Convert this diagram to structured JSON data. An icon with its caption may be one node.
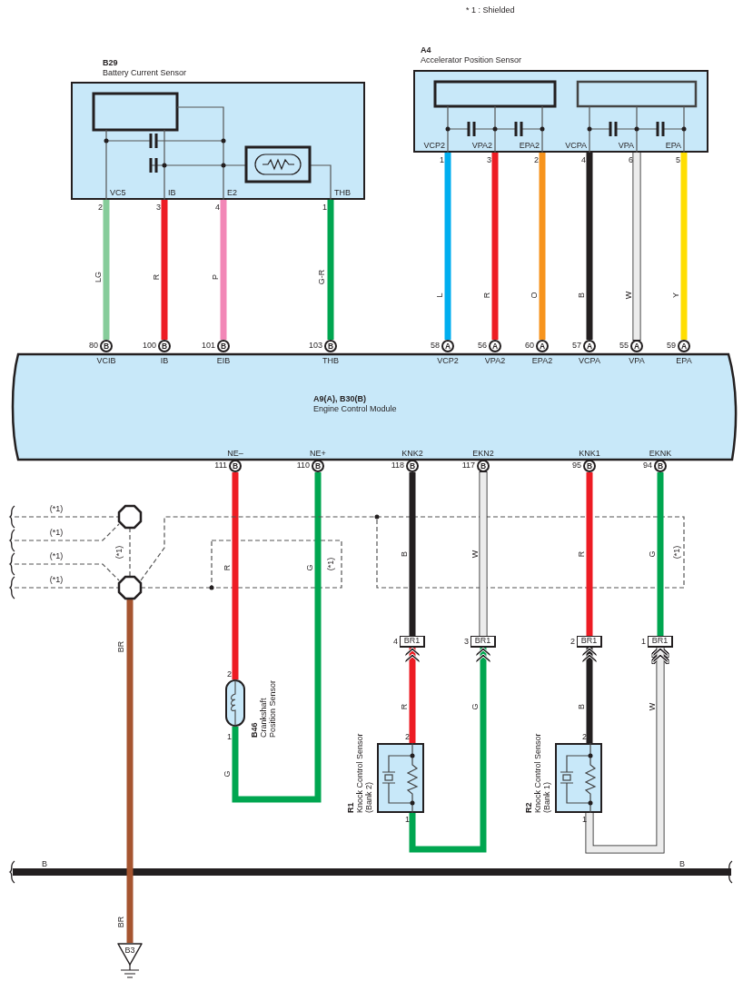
{
  "diagram": {
    "nodes": [
      {
        "text": [
          "B29",
          "Battery Current Sensor"
        ],
        "beside": [
          "2",
          "3",
          "4",
          "1"
        ]
      },
      {
        "text": [
          "A4",
          "Accelerator Position Sensor"
        ],
        "beside": [
          "1",
          "3",
          "2",
          "4",
          "6",
          "5"
        ]
      },
      {
        "text": [
          "A9(A), B30(B)",
          "Engine Control Module"
        ]
      },
      {
        "text": [
          "B"
        ],
        "beside": [
          "80"
        ]
      },
      {
        "text": [
          "B"
        ],
        "beside": [
          "100"
        ]
      },
      {
        "text": [
          "B"
        ],
        "beside": [
          "101"
        ]
      },
      {
        "text": [
          "B"
        ],
        "beside": [
          "103"
        ]
      },
      {
        "text": [
          "A"
        ],
        "beside": [
          "58"
        ]
      },
      {
        "text": [
          "A"
        ],
        "beside": [
          "56"
        ]
      },
      {
        "text": [
          "A"
        ],
        "beside": [
          "60"
        ]
      },
      {
        "text": [
          "A"
        ],
        "beside": [
          "57"
        ]
      },
      {
        "text": [
          "A"
        ],
        "beside": [
          "55"
        ]
      },
      {
        "text": [
          "A"
        ],
        "beside": [
          "59"
        ]
      },
      {
        "text": [
          "B"
        ],
        "beside": [
          "111"
        ]
      },
      {
        "text": [
          "B"
        ],
        "beside": [
          "110"
        ]
      },
      {
        "text": [
          "B"
        ],
        "beside": [
          "118"
        ]
      },
      {
        "text": [
          "B"
        ],
        "beside": [
          "117"
        ]
      },
      {
        "text": [
          "B"
        ],
        "beside": [
          "95"
        ]
      },
      {
        "text": [
          "B"
        ],
        "beside": [
          "94"
        ]
      },
      {
        "text": [
          "B46",
          "Crankshaft Position Sensor"
        ],
        "beside": [
          "2",
          "1"
        ]
      },
      {
        "text": [
          "BR1"
        ],
        "beside": [
          "4"
        ]
      },
      {
        "text": [
          "BR1"
        ],
        "beside": [
          "3"
        ]
      },
      {
        "text": [
          "BR1"
        ],
        "beside": [
          "2"
        ]
      },
      {
        "text": [
          "BR1"
        ],
        "beside": [
          "1"
        ]
      },
      {
        "text": [
          "R1",
          "Knock Control Sensor (Bank 2)"
        ],
        "beside": [
          "2",
          "1"
        ]
      },
      {
        "text": [
          "R2",
          "Knock Control Sensor (Bank 1)"
        ],
        "beside": [
          "2",
          "1"
        ]
      },
      {
        "text": [],
        "shape": "octagon"
      },
      {
        "text": [],
        "shape": "octagon"
      },
      {
        "text": [
          "B3"
        ]
      }
    ],
    "edges": [
      {
        "from": 0,
        "to": 3,
        "arrow": "none",
        "label": "LG",
        "color": "#86cc9a"
      },
      {
        "from": 0,
        "to": 4,
        "arrow": "none",
        "label": "R",
        "color": "#ed1c24"
      },
      {
        "from": 0,
        "to": 5,
        "arrow": "none",
        "label": "P",
        "color": "#f287b7"
      },
      {
        "from": 0,
        "to": 6,
        "arrow": "none",
        "label": "G-R",
        "color": "#00a650"
      },
      {
        "from": 1,
        "to": 7,
        "arrow": "none",
        "label": "L",
        "color": "#00aeef"
      },
      {
        "from": 1,
        "to": 8,
        "arrow": "none",
        "label": "R",
        "color": "#ed1c24"
      },
      {
        "from": 1,
        "to": 9,
        "arrow": "none",
        "label": "O",
        "color": "#f7941d"
      },
      {
        "from": 1,
        "to": 10,
        "arrow": "none",
        "label": "B",
        "color": "#231f20"
      },
      {
        "from": 1,
        "to": 11,
        "arrow": "none",
        "label": "W",
        "color": "#ffffff"
      },
      {
        "from": 1,
        "to": 12,
        "arrow": "none",
        "label": "Y",
        "color": "#ffde00"
      },
      {
        "from": 13,
        "to": 19,
        "arrow": "none",
        "label": "R",
        "color": "#ed1c24"
      },
      {
        "from": 19,
        "to": 14,
        "arrow": "none",
        "label": "G",
        "color": "#00a650"
      },
      {
        "from": 15,
        "to": 20,
        "arrow": "none",
        "label": "B",
        "color": "#231f20"
      },
      {
        "from": 16,
        "to": 21,
        "arrow": "none",
        "label": "W",
        "color": "#ffffff"
      },
      {
        "from": 17,
        "to": 22,
        "arrow": "none",
        "label": "R",
        "color": "#ed1c24"
      },
      {
        "from": 18,
        "to": 23,
        "arrow": "none",
        "label": "G",
        "color": "#00a650"
      },
      {
        "from": 24,
        "to": 20,
        "arrow": "to",
        "label": "R",
        "color": "#ed1c24"
      },
      {
        "from": 24,
        "to": 21,
        "arrow": "to",
        "label": "G",
        "color": "#00a650"
      },
      {
        "from": 25,
        "to": 22,
        "arrow": "to",
        "label": "B",
        "color": "#231f20"
      },
      {
        "from": 25,
        "to": 23,
        "arrow": "to",
        "label": "W",
        "color": "#ffffff"
      },
      {
        "from": 27,
        "to": 28,
        "arrow": "none",
        "label": "BR",
        "color": "#a65530"
      },
      {
        "from": null,
        "to": 26,
        "arrow": "none",
        "label": "(*1)",
        "style": "dashed"
      },
      {
        "from": null,
        "to": 26,
        "arrow": "none",
        "label": "(*1)",
        "style": "dashed"
      },
      {
        "from": null,
        "to": 27,
        "arrow": "none",
        "label": "(*1)",
        "style": "dashed"
      },
      {
        "from": null,
        "to": 27,
        "arrow": "none",
        "label": "(*1)",
        "style": "dashed"
      },
      {
        "from": 26,
        "to": 27,
        "arrow": "none",
        "label": "(*1)",
        "style": "dashed"
      },
      {
        "from": 27,
        "to": null,
        "arrow": "none",
        "style": "dashed"
      },
      {
        "from": 27,
        "to": null,
        "arrow": "none",
        "style": "dashed"
      }
    ],
    "labels": [
      "* 1 : Shielded",
      "VC5",
      "IB",
      "E2",
      "THB",
      "VCP2",
      "VPA2",
      "EPA2",
      "VCPA",
      "VPA",
      "EPA",
      "VCIB",
      "IB",
      "EIB",
      "THB",
      "VCP2",
      "VPA2",
      "EPA2",
      "VCPA",
      "VPA",
      "EPA",
      "NE–",
      "NE+",
      "KNK2",
      "EKN2",
      "KNK1",
      "EKNK",
      "G",
      "BR",
      "B",
      "B",
      "(*1)",
      "(*1)"
    ]
  }
}
